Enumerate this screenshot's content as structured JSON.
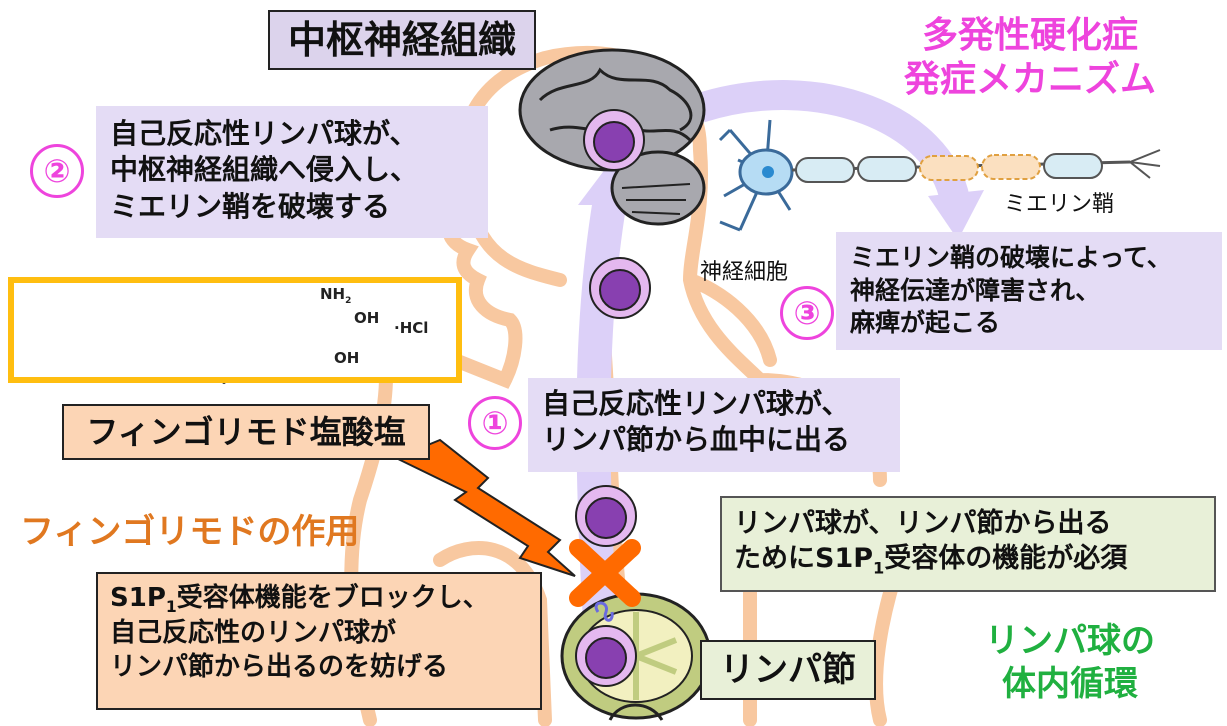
{
  "diagram": {
    "cns_label": "中枢神経組織",
    "ms_title_lines": [
      "多発性硬化症",
      "発症メカニズム"
    ],
    "step2": {
      "number": "②",
      "lines": [
        "自己反応性リンパ球が、",
        "中枢神経組織へ侵入し、",
        "ミエリン鞘を破壊する"
      ]
    },
    "step1": {
      "number": "①",
      "lines": [
        "自己反応性リンパ球が、",
        "リンパ節から血中に出る"
      ]
    },
    "step3": {
      "number": "③",
      "lines": [
        "ミエリン鞘の破壊によって、",
        "神経伝達が障害され、",
        "麻痺が起こる"
      ]
    },
    "neuron_label": "神経細胞",
    "myelin_label": "ミエリン鞘",
    "chemical": {
      "nh2": "NH",
      "nh2_sub": "2",
      "oh1": "OH",
      "oh2": "OH",
      "hcl": "·HCl"
    },
    "drug_name": "フィンゴリモド塩酸塩",
    "action_title": "フィンゴリモドの作用",
    "action_box": {
      "line1_pre": "S1P",
      "line1_sub": "1",
      "line1_post": "受容体機能をブロックし、",
      "line2": "自己反応性のリンパ球が",
      "line3": "リンパ節から出るのを妨げる"
    },
    "requirement_box": {
      "line1": "リンパ球が、リンパ節から出る",
      "line2_pre": "ためにS1P",
      "line2_sub": "1",
      "line2_post": "受容体の機能が必須"
    },
    "lymph_node_label": "リンパ節",
    "circulation_lines": [
      "リンパ球の",
      "体内循環"
    ]
  },
  "colors": {
    "magenta": "#ee44dd",
    "orange_text": "#e07820",
    "green_text": "#20b040",
    "lavender": "#e4dcf5",
    "peach": "#fcd5b5",
    "light_green": "#e8f0d8",
    "gold_frame": "#ffbe10",
    "lightning": "#ff6a00"
  }
}
